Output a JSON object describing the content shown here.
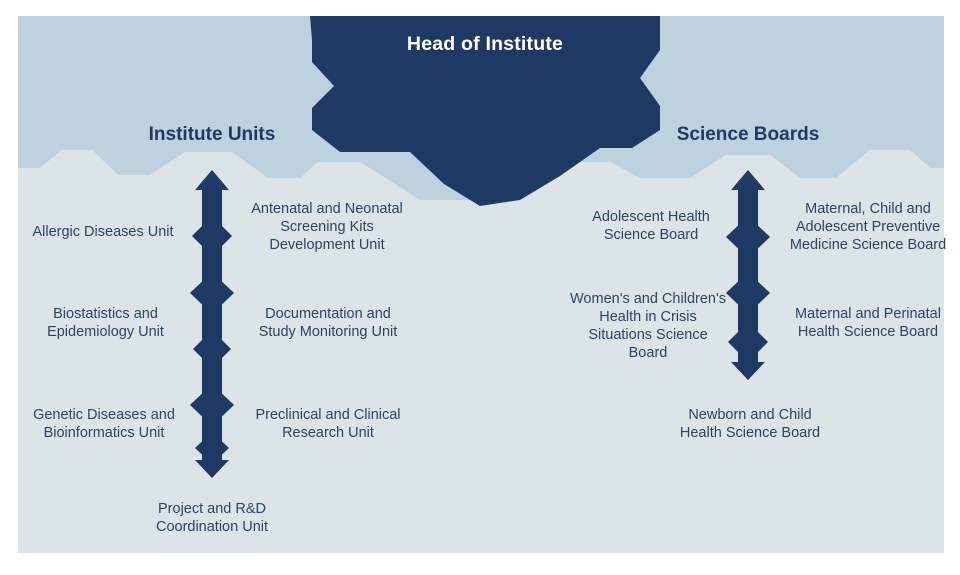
{
  "diagram": {
    "type": "organizational-chart",
    "title": "Institute organisational structure",
    "colors": {
      "navy": "#1e3a64",
      "mid_blue": "#bed1de",
      "light_blue": "#dde4e8",
      "page_background": "#ffffff",
      "label_text": "#2b4468",
      "root_text": "#ffffff"
    },
    "root": {
      "label": "Head of Institute"
    },
    "branches": [
      {
        "heading": "Institute Units",
        "side": "left",
        "left_column": [
          "Allergic Diseases Unit",
          "Biostatistics and\nEpidemiology Unit",
          "Genetic Diseases and\nBioinformatics Unit"
        ],
        "right_column": [
          "Antenatal and Neonatal\nScreening Kits\nDevelopment Unit",
          "Documentation and\nStudy Monitoring Unit",
          "Preclinical and Clinical\nResearch Unit"
        ],
        "bottom_item": "Project and R&D\nCoordination Unit"
      },
      {
        "heading": "Science Boards",
        "side": "right",
        "left_column": [
          "Adolescent Health\nScience Board",
          "Women's and Children's\nHealth in Crisis\nSituations Science\nBoard"
        ],
        "right_column": [
          "Maternal, Child and\nAdolescent Preventive\nMedicine Science Board",
          "Maternal and Perinatal\nHealth Science Board"
        ],
        "bottom_item": "Newborn and Child\nHealth Science Board"
      }
    ]
  }
}
